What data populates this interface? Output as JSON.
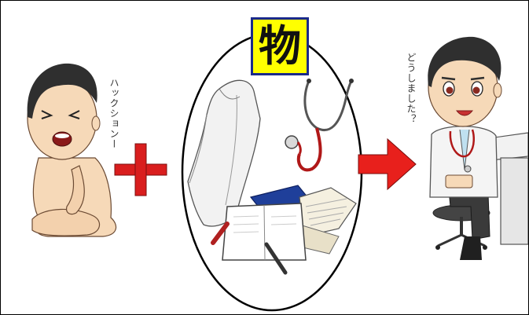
{
  "sneeze_text": "ハックションー",
  "doctor_question": "どうしました？",
  "objects_label": "物",
  "colors": {
    "plus": "#d91e1e",
    "arrow": "#e8201c",
    "label_bg": "#ffff00",
    "label_border": "#1a2a8a",
    "skin": "#f6d9b8",
    "hair": "#2f2f2f"
  },
  "icons": [
    "plus-sign-icon",
    "right-arrow-icon",
    "stethoscope-icon",
    "lab-coat-icon",
    "books-icon",
    "pen-icon"
  ]
}
